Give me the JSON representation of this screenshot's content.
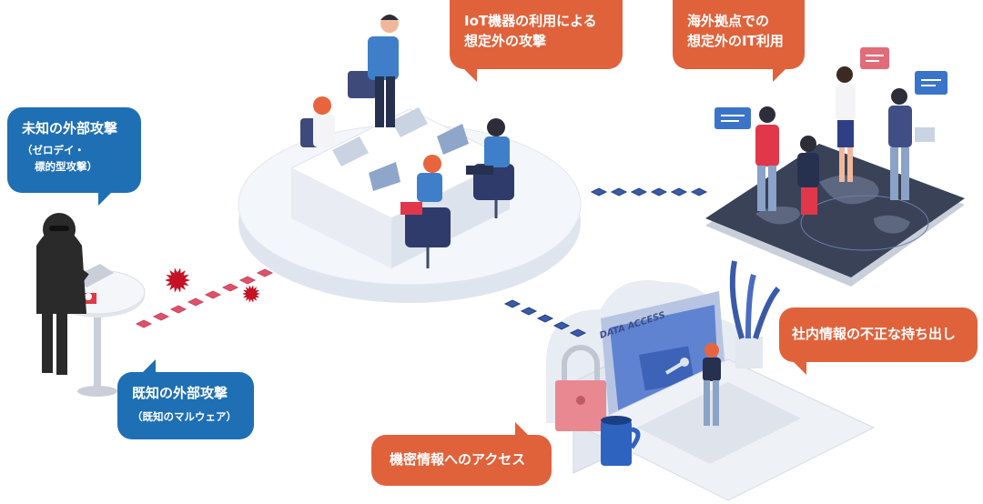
{
  "bubbles": {
    "unknown_attack": {
      "title": "未知の外部攻撃",
      "sub_line1": "（ゼロデイ・",
      "sub_line2": "標的型攻撃）"
    },
    "known_attack": {
      "title": "既知の外部攻撃",
      "sub": "（既知のマルウェア）"
    },
    "iot_attack": {
      "line1": "IoT機器の利用による",
      "line2": "想定外の攻撃"
    },
    "overseas_it": {
      "line1": "海外拠点での",
      "line2": "想定外のIT利用"
    },
    "data_leak": {
      "text": "社内情報の不正な持ち出し"
    },
    "confidential_access": {
      "text": "機密情報へのアクセス"
    }
  },
  "folder_label": "DATA ACCESS",
  "colors": {
    "blue": "#1f6fb5",
    "orange": "#e0623b",
    "red_threat": "#e0506a",
    "blue_link": "#3a5ba8"
  }
}
